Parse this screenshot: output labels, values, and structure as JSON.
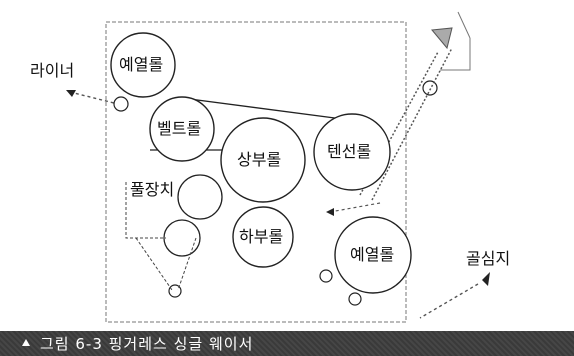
{
  "diagram": {
    "labels": {
      "liner": "라이너",
      "preheat_roll_top": "예열롤",
      "belt_roll": "벨트롤",
      "upper_roll": "상부롤",
      "tension_roll": "텐선롤",
      "glue_device": "풀장치",
      "lower_roll": "하부롤",
      "preheat_roll_bottom": "예열롤",
      "core_paper": "골심지"
    },
    "colors": {
      "line": "#222222",
      "dashed": "#555555",
      "caption_bg": "#3a3a3a",
      "caption_text": "#ffffff"
    }
  },
  "caption": {
    "text": "그림 6-3 핑거레스 싱글 웨이서"
  }
}
